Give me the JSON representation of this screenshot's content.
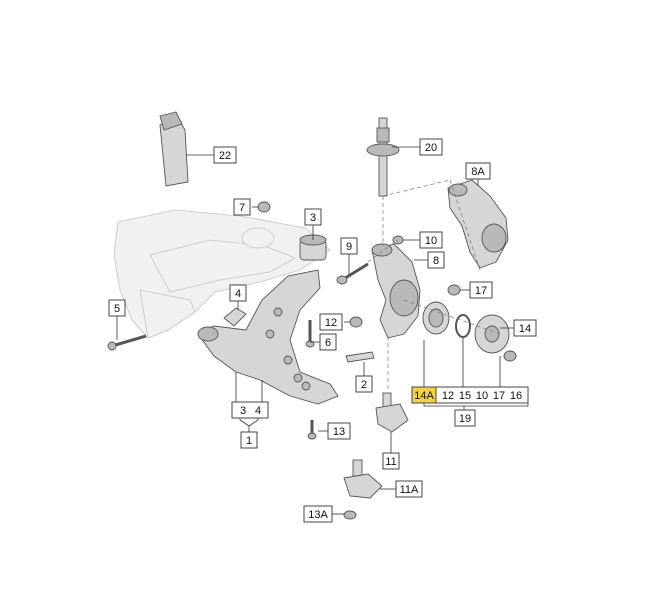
{
  "callouts": {
    "c22": "22",
    "c20": "20",
    "c8A": "8A",
    "c7": "7",
    "c3": "3",
    "c9": "9",
    "c10": "10",
    "c8": "8",
    "c4": "4",
    "c17": "17",
    "c5": "5",
    "c12": "12",
    "c14": "14",
    "c6": "6",
    "c2": "2",
    "c13": "13",
    "c11": "11",
    "c11A": "11A",
    "c13A": "13A"
  },
  "group_row": {
    "r14A": "14A",
    "r12": "12",
    "r15": "15",
    "r10": "10",
    "r17": "17",
    "r16": "16",
    "r19": "19"
  },
  "arm_group": {
    "a3": "3",
    "a4": "4",
    "a1": "1"
  },
  "colors": {
    "highlight": "#f4d245",
    "part_fill": "#d6d6d6",
    "frame": "#444444"
  }
}
